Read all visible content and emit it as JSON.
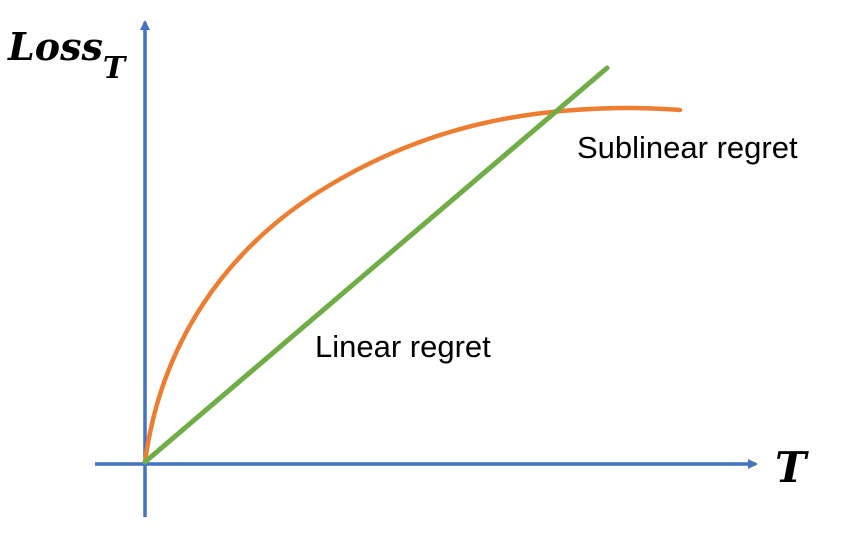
{
  "axes": {
    "y_label_main": "Loss",
    "y_label_sub": "T",
    "x_label": "T",
    "color": "#4472C4"
  },
  "curves": {
    "sublinear": {
      "label": "Sublinear regret",
      "color": "#ED7D31"
    },
    "linear": {
      "label": "Linear regret",
      "color": "#70AD47"
    }
  }
}
